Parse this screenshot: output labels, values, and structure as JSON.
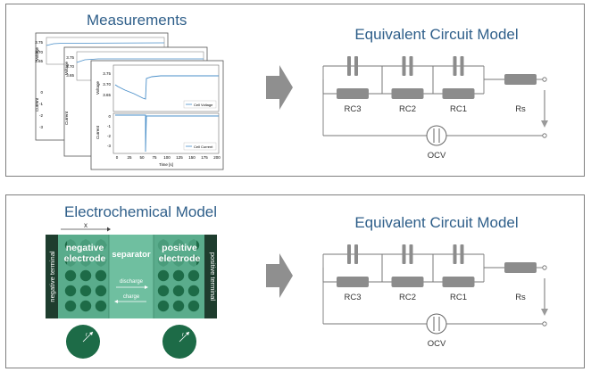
{
  "top_panel": {
    "title": "Measurements",
    "plots": {
      "voltage_label": "Voltage",
      "current_label": "Current",
      "voltage_ticks": [
        "3.75",
        "3.70",
        "3.65"
      ],
      "current_ticks": [
        "0",
        "-1",
        "-2",
        "-3"
      ],
      "back_ticks": [
        "3.75",
        "3.70",
        "3.65"
      ],
      "x_ticks": [
        "0",
        "25",
        "50",
        "75",
        "100",
        "125",
        "150",
        "175",
        "200"
      ],
      "x_label": "Time [s]",
      "legend_voltage": "Cell Voltage",
      "legend_current": "Cell Current"
    }
  },
  "bottom_panel": {
    "title": "Electrochemical Model",
    "x_label": "x",
    "negative_terminal": "negative terminal",
    "positive_terminal": "positive terminal",
    "negative_electrode": "negative electrode",
    "separator": "separator",
    "positive_electrode": "positive electrode",
    "discharge": "discharge",
    "charge": "charge",
    "radius_label": "r"
  },
  "circuit": {
    "title": "Equivalent Circuit Model",
    "rc3": "RC3",
    "rc2": "RC2",
    "rc1": "RC1",
    "rs": "Rs",
    "ocv": "OCV"
  },
  "colors": {
    "title_blue": "#2f5f8a",
    "electrode_green": "#5aac8c",
    "particle_green": "#1d6b47",
    "terminal_dark": "#1e3d2e",
    "component_gray": "#8c8c8c",
    "arrow_gray": "#9a9a9a"
  }
}
